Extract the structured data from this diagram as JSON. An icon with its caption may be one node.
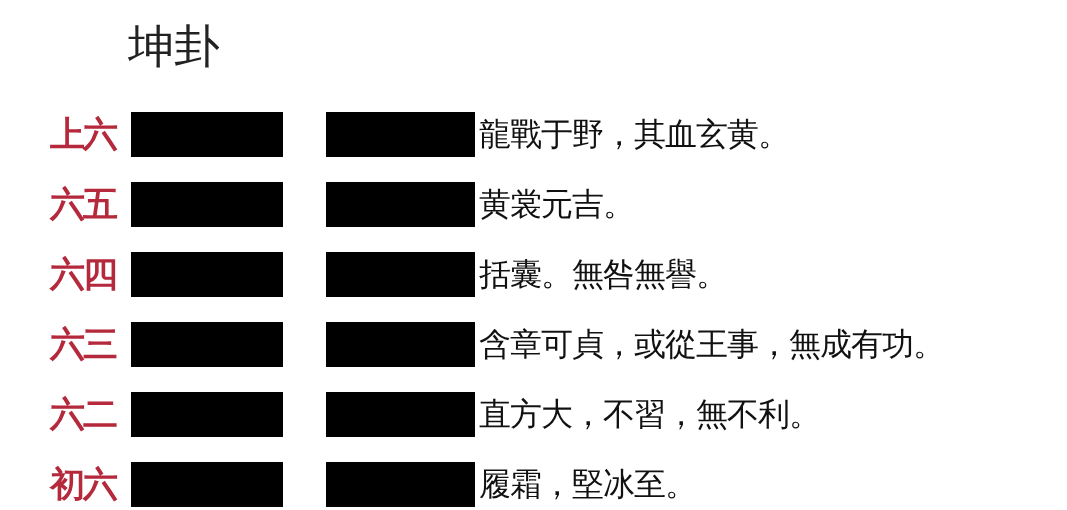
{
  "diagram": {
    "title": "坤卦",
    "labels": [
      "上六",
      "龍戰于野，其血玄黄。",
      "六五",
      "黄裳元吉。",
      "六四",
      "括囊。無咎無譽。",
      "六三",
      "含章可貞，或從王事，無成有功。",
      "六二",
      "直方大，不習，無不利。",
      "初六",
      "履霜，堅冰至。"
    ]
  }
}
